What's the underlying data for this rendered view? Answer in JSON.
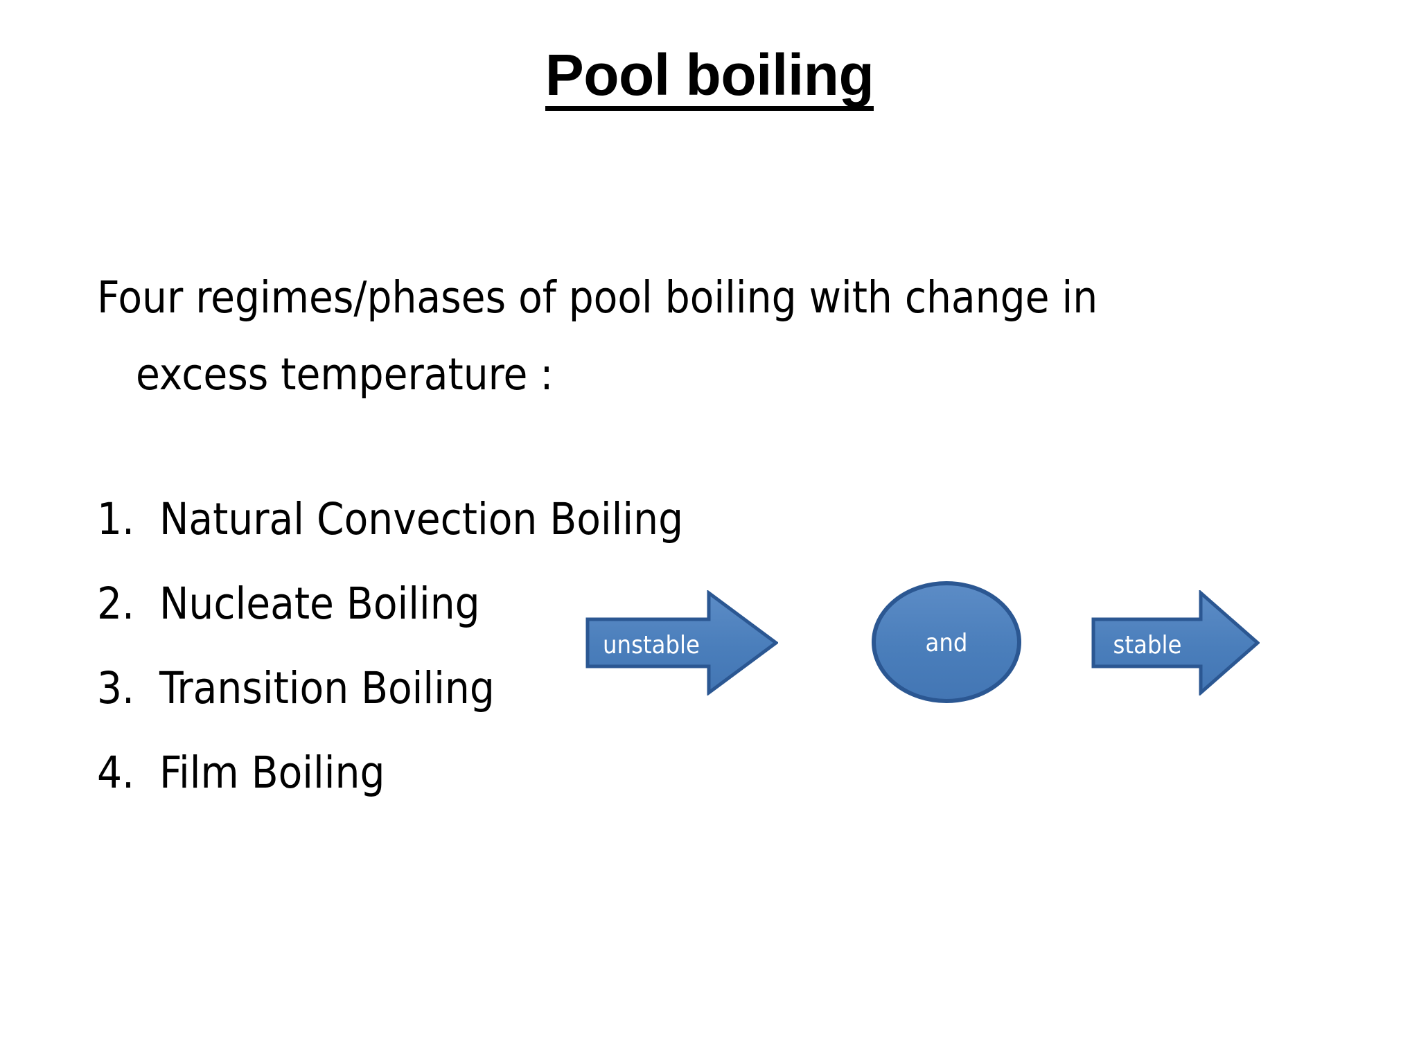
{
  "slide": {
    "background_color": "#FFFFFF",
    "title": "Pool boiling",
    "title_underlined": true,
    "paragraph": {
      "line1": "Four regimes/phases of pool boiling with change in",
      "line2": "excess temperature :"
    },
    "list": [
      {
        "number": "1.",
        "label": "Natural Convection Boiling"
      },
      {
        "number": "2.",
        "label": "Nucleate Boiling"
      },
      {
        "number": "3.",
        "label": "Transition Boiling"
      },
      {
        "number": "4.",
        "label": "Film Boiling"
      }
    ],
    "diagram": {
      "shapes": [
        {
          "kind": "right-arrow",
          "label": "unstable"
        },
        {
          "kind": "ellipse",
          "label": "and"
        },
        {
          "kind": "right-arrow",
          "label": "stable"
        }
      ],
      "fill_color": "#4A7EBB",
      "border_color": "#2B5792",
      "label_color": "#FFFFFF"
    }
  }
}
